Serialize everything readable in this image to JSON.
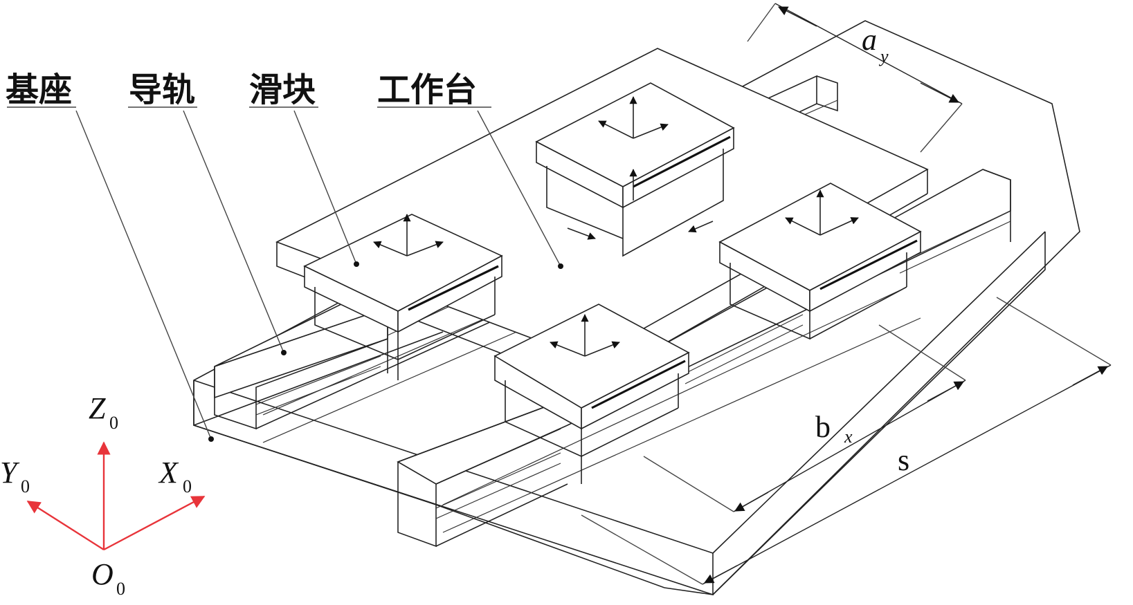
{
  "labels": {
    "base": "基座",
    "rail": "导轨",
    "slider": "滑块",
    "table": "工作台"
  },
  "dimensions": {
    "a_main": "a",
    "a_sub": "y",
    "b_main": "b",
    "b_sub": "x",
    "s_main": "s"
  },
  "axes": {
    "z_main": "Z",
    "z_sub": "0",
    "y_main": "Y",
    "y_sub": "0",
    "x_main": "X",
    "x_sub": "0",
    "o_main": "O",
    "o_sub": "0"
  },
  "colors": {
    "axis": "#e8343a",
    "line": "#222222"
  }
}
